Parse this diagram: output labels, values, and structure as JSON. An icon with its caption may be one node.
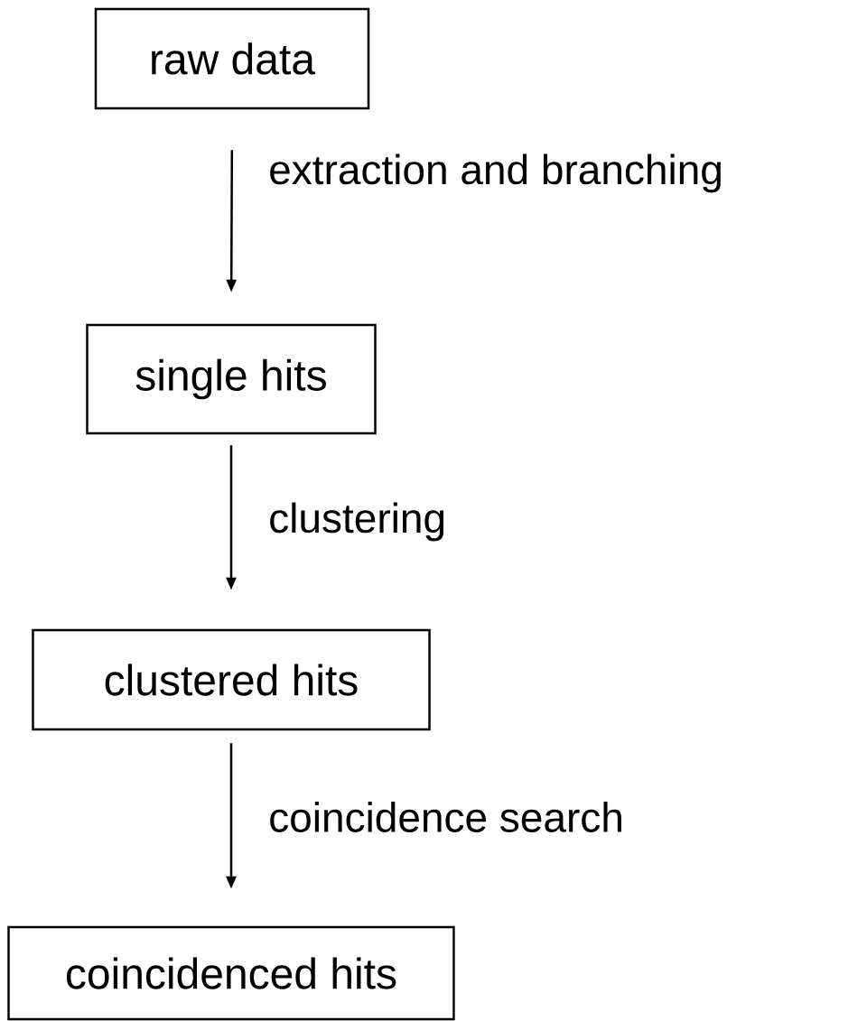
{
  "diagram": {
    "nodes": [
      {
        "text": [
          "raw data"
        ]
      },
      {
        "text": [
          "single hits"
        ]
      },
      {
        "text": [
          "clustered hits"
        ]
      },
      {
        "text": [
          "coincidenced hits"
        ]
      }
    ],
    "edges": [
      {
        "from": 0,
        "to": 1,
        "arrow": "to",
        "label": "extraction and branching"
      },
      {
        "from": 1,
        "to": 2,
        "arrow": "to",
        "label": "clustering"
      },
      {
        "from": 2,
        "to": 3,
        "arrow": "to",
        "label": "coincidence search"
      }
    ]
  }
}
